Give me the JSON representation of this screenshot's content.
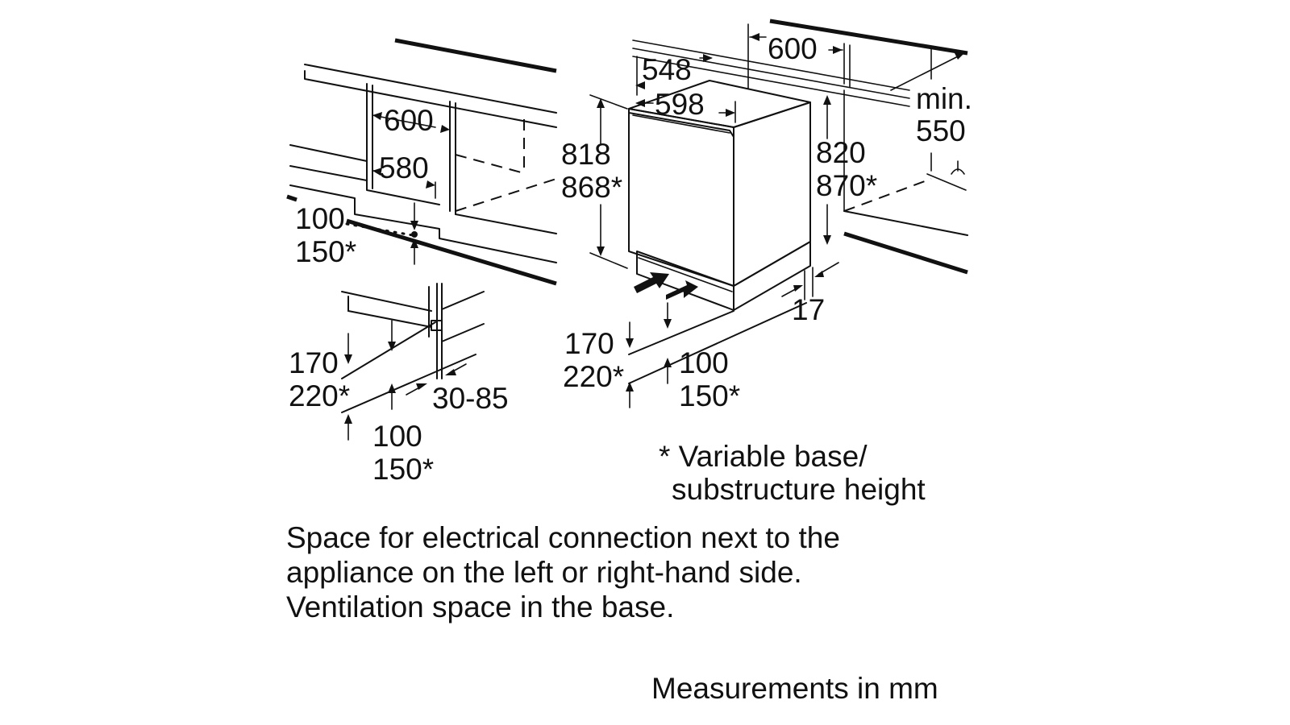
{
  "left_view": {
    "width_600": "600",
    "width_580": "580",
    "vent_height_top": "100",
    "vent_height_bottom": "150*",
    "base_height_top": "170",
    "base_height_bottom": "220*",
    "base_depth_top": "100",
    "base_depth_bottom": "150*",
    "plinth_range": "30-85"
  },
  "right_view": {
    "width_600": "600",
    "depth_548": "548",
    "width_598": "598",
    "height_818": "818",
    "height_868": "868*",
    "height_820": "820",
    "height_870": "870*",
    "depth_min_label": "min.",
    "depth_min_value": "550",
    "gap_17": "17",
    "base_height_top": "170",
    "base_height_bottom": "220*",
    "base_depth_top": "100",
    "base_depth_bottom": "150*"
  },
  "footnote": {
    "line1": "* Variable base/",
    "line2": "substructure height"
  },
  "description": {
    "line1": "Space for electrical connection next to the",
    "line2": "appliance on the left or right-hand side.",
    "line3": "Ventilation space in the base."
  },
  "units_note": "Measurements in mm"
}
